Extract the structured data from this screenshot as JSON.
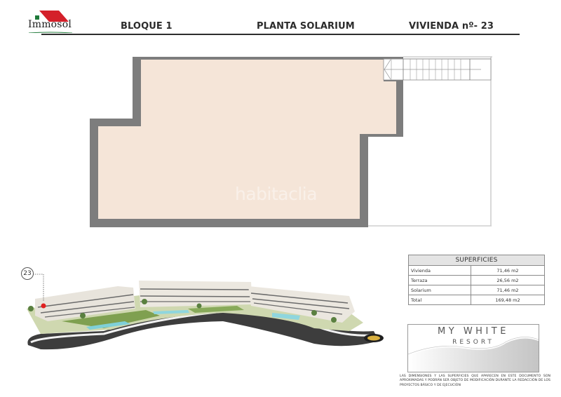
{
  "header": {
    "logo": "Immosol",
    "bloque": "BLOQUE 1",
    "planta": "PLANTA SOLARIUM",
    "vivienda": "VIVIENDA nº- 23"
  },
  "plan": {
    "watermark": "habitaclia",
    "colors": {
      "wall": "#7d7d7d",
      "floor": "#f5e5d8",
      "terrace_outline": "#bdbdbd"
    }
  },
  "aerial": {
    "unit_marker": "23",
    "marker_color": "#e02020"
  },
  "superficies": {
    "title": "SUPERFICIES",
    "rows": [
      {
        "label": "Vivienda",
        "value": "71,46 m2"
      },
      {
        "label": "Terraza",
        "value": "26,56 m2"
      },
      {
        "label": "Solarium",
        "value": "71,46 m2"
      },
      {
        "label": "Total",
        "value": "169,48 m2"
      }
    ]
  },
  "brand": {
    "line1": "MY WHITE",
    "line2": "RESORT"
  },
  "disclaimer": "LAS DIMENSIONES Y LAS SUPERFICIES QUE APARECEN EN ESTE DOCUMENTO SON APROXIMADAS Y PODRÁN SER OBJETO DE MODIFICACIÓN DURANTE LA REDACCIÓN DE LOS PROYECTOS BÁSICO Y DE EJECUCIÓN"
}
